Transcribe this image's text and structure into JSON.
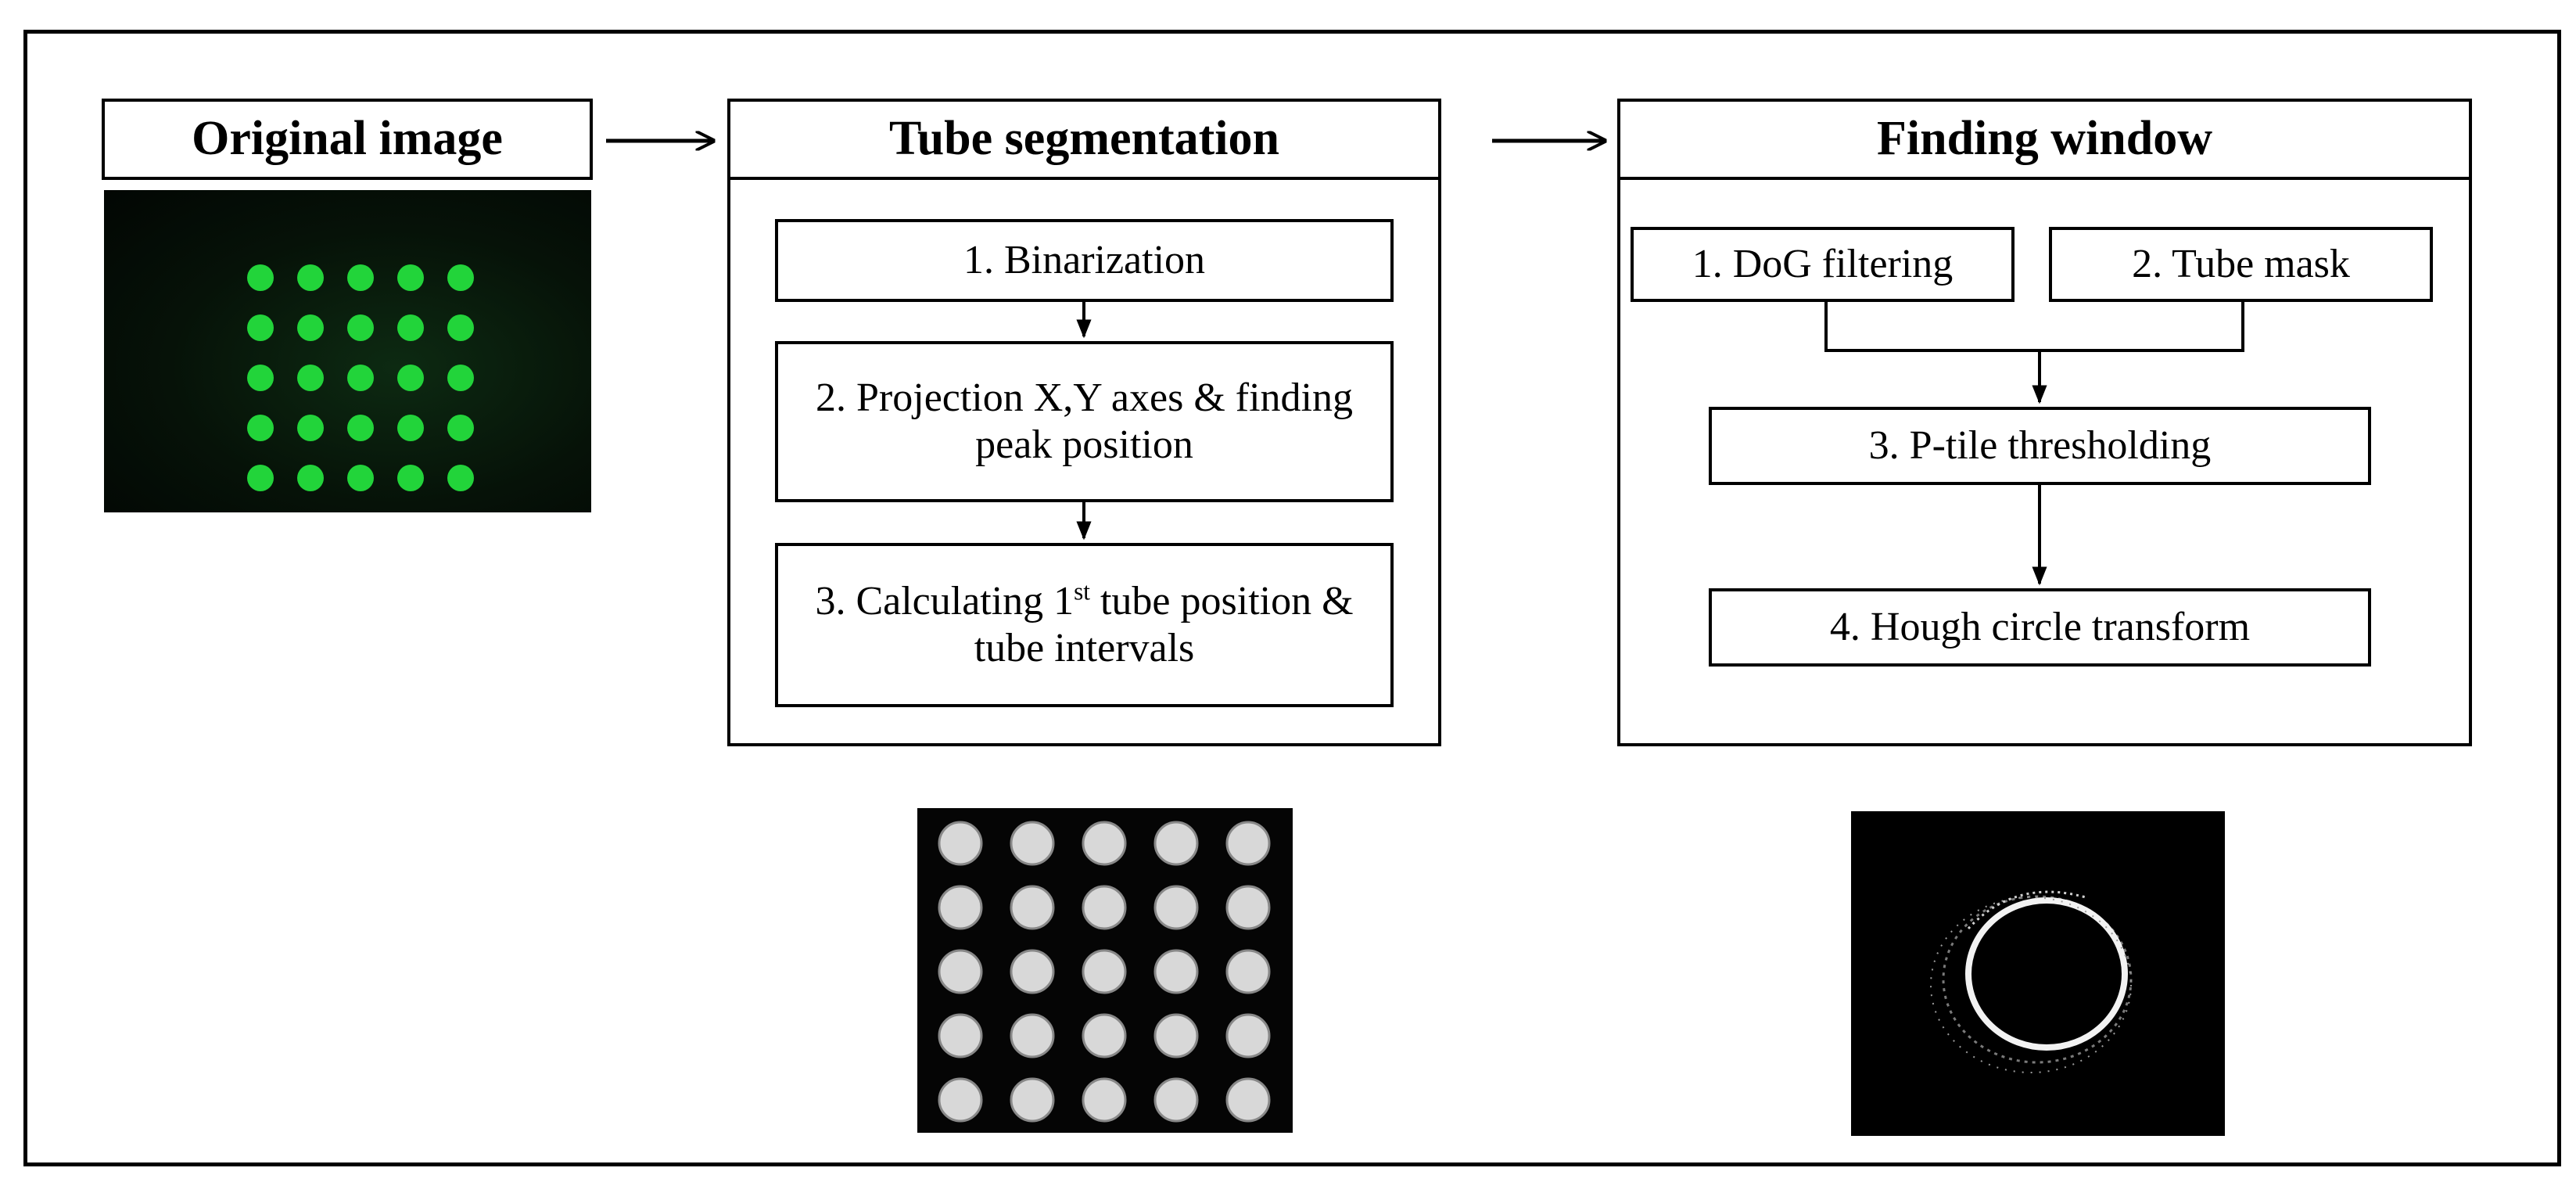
{
  "columns": [
    {
      "title": "Original image",
      "image": "Green fluorescence image of a 5×5 array of tubes on black background"
    },
    {
      "title": "Tube segmentation",
      "steps": [
        "1. Binarization",
        "2. Projection X,Y axes & finding peak position",
        "3. Calculating 1",
        "st",
        " tube position & tube intervals"
      ],
      "image": "Grayscale image of a 5×5 array of segmented tubes"
    },
    {
      "title": "Finding window",
      "steps": [
        "1. DoG filtering",
        "2. Tube mask",
        "3. P-tile thresholding",
        "4. Hough circle transform"
      ],
      "image": "Black image with a detected white circle"
    }
  ],
  "colors": {
    "green_dot": "#22d43a",
    "gray_dot": "#d8d8d8",
    "line": "#000000"
  }
}
